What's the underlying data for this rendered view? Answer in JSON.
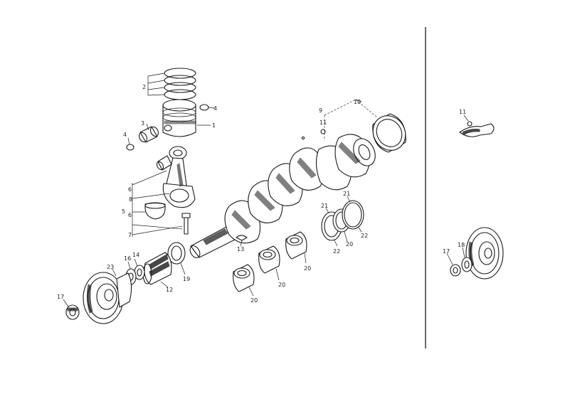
{
  "callouts": {
    "c1": "1",
    "c2": "2",
    "c3": "3",
    "c4": "4",
    "c4b": "4",
    "c5": "5",
    "c6": "6",
    "c6b": "6",
    "c7": "7",
    "c8": "8",
    "c9": "9",
    "c10": "10",
    "c11": "11",
    "c11r": "11",
    "c13": "13",
    "c12": "12",
    "c14": "14",
    "c16": "16",
    "c17": "17",
    "c17r": "17",
    "c18r": "18",
    "c19": "19",
    "c20a": "20",
    "c20b": "20",
    "c20c": "20",
    "c20d": "20",
    "c21a": "21",
    "c21b": "21",
    "c22a": "22",
    "c22b": "22",
    "c23": "23"
  }
}
